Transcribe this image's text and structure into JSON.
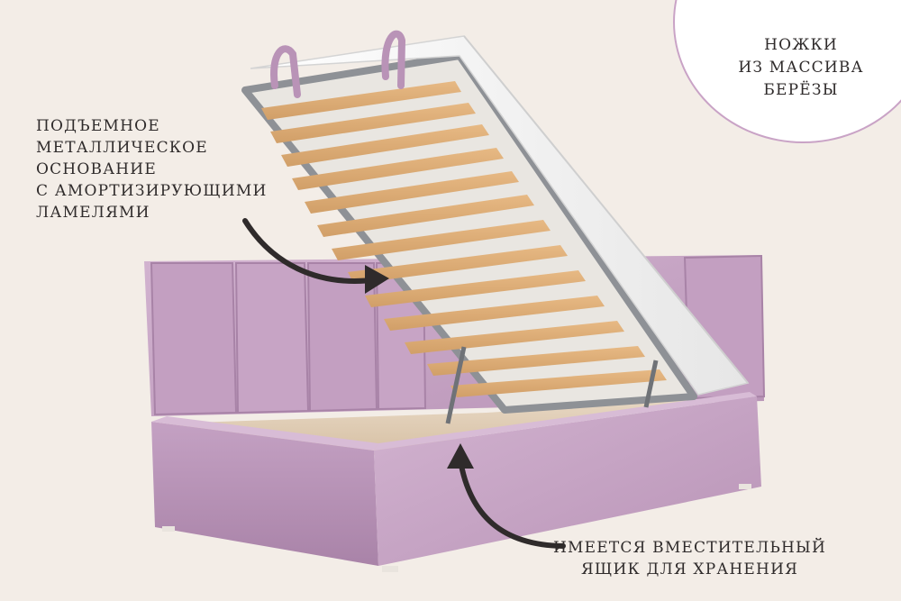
{
  "captions": {
    "lift_base": [
      "ПОДЪЕМНОЕ",
      "МЕТАЛЛИЧЕСКОЕ",
      "ОСНОВАНИЕ",
      "С АМОРТИЗИРУЮЩИМИ",
      "ЛАМЕЛЯМИ"
    ],
    "storage": [
      "ИМЕЕТСЯ ВМЕСТИТЕЛЬНЫЙ",
      "ЯЩИК ДЛЯ ХРАНЕНИЯ"
    ],
    "legs_badge": [
      "НОЖКИ",
      "ИЗ МАССИВА",
      "БЕРЁЗЫ"
    ]
  },
  "colors": {
    "background": "#f3ede7",
    "upholstery": "#c8a7c7",
    "upholstery_shadow": "#aa86a8",
    "slats": "#dfaf78",
    "frame": "#8e9196",
    "mattress": "#f7f7f7",
    "badge_border": "#c9a3c6",
    "text": "#2f2b2b"
  },
  "icons": {
    "arrow_to_base": "curved-arrow-icon",
    "arrow_to_storage": "curved-arrow-icon"
  }
}
